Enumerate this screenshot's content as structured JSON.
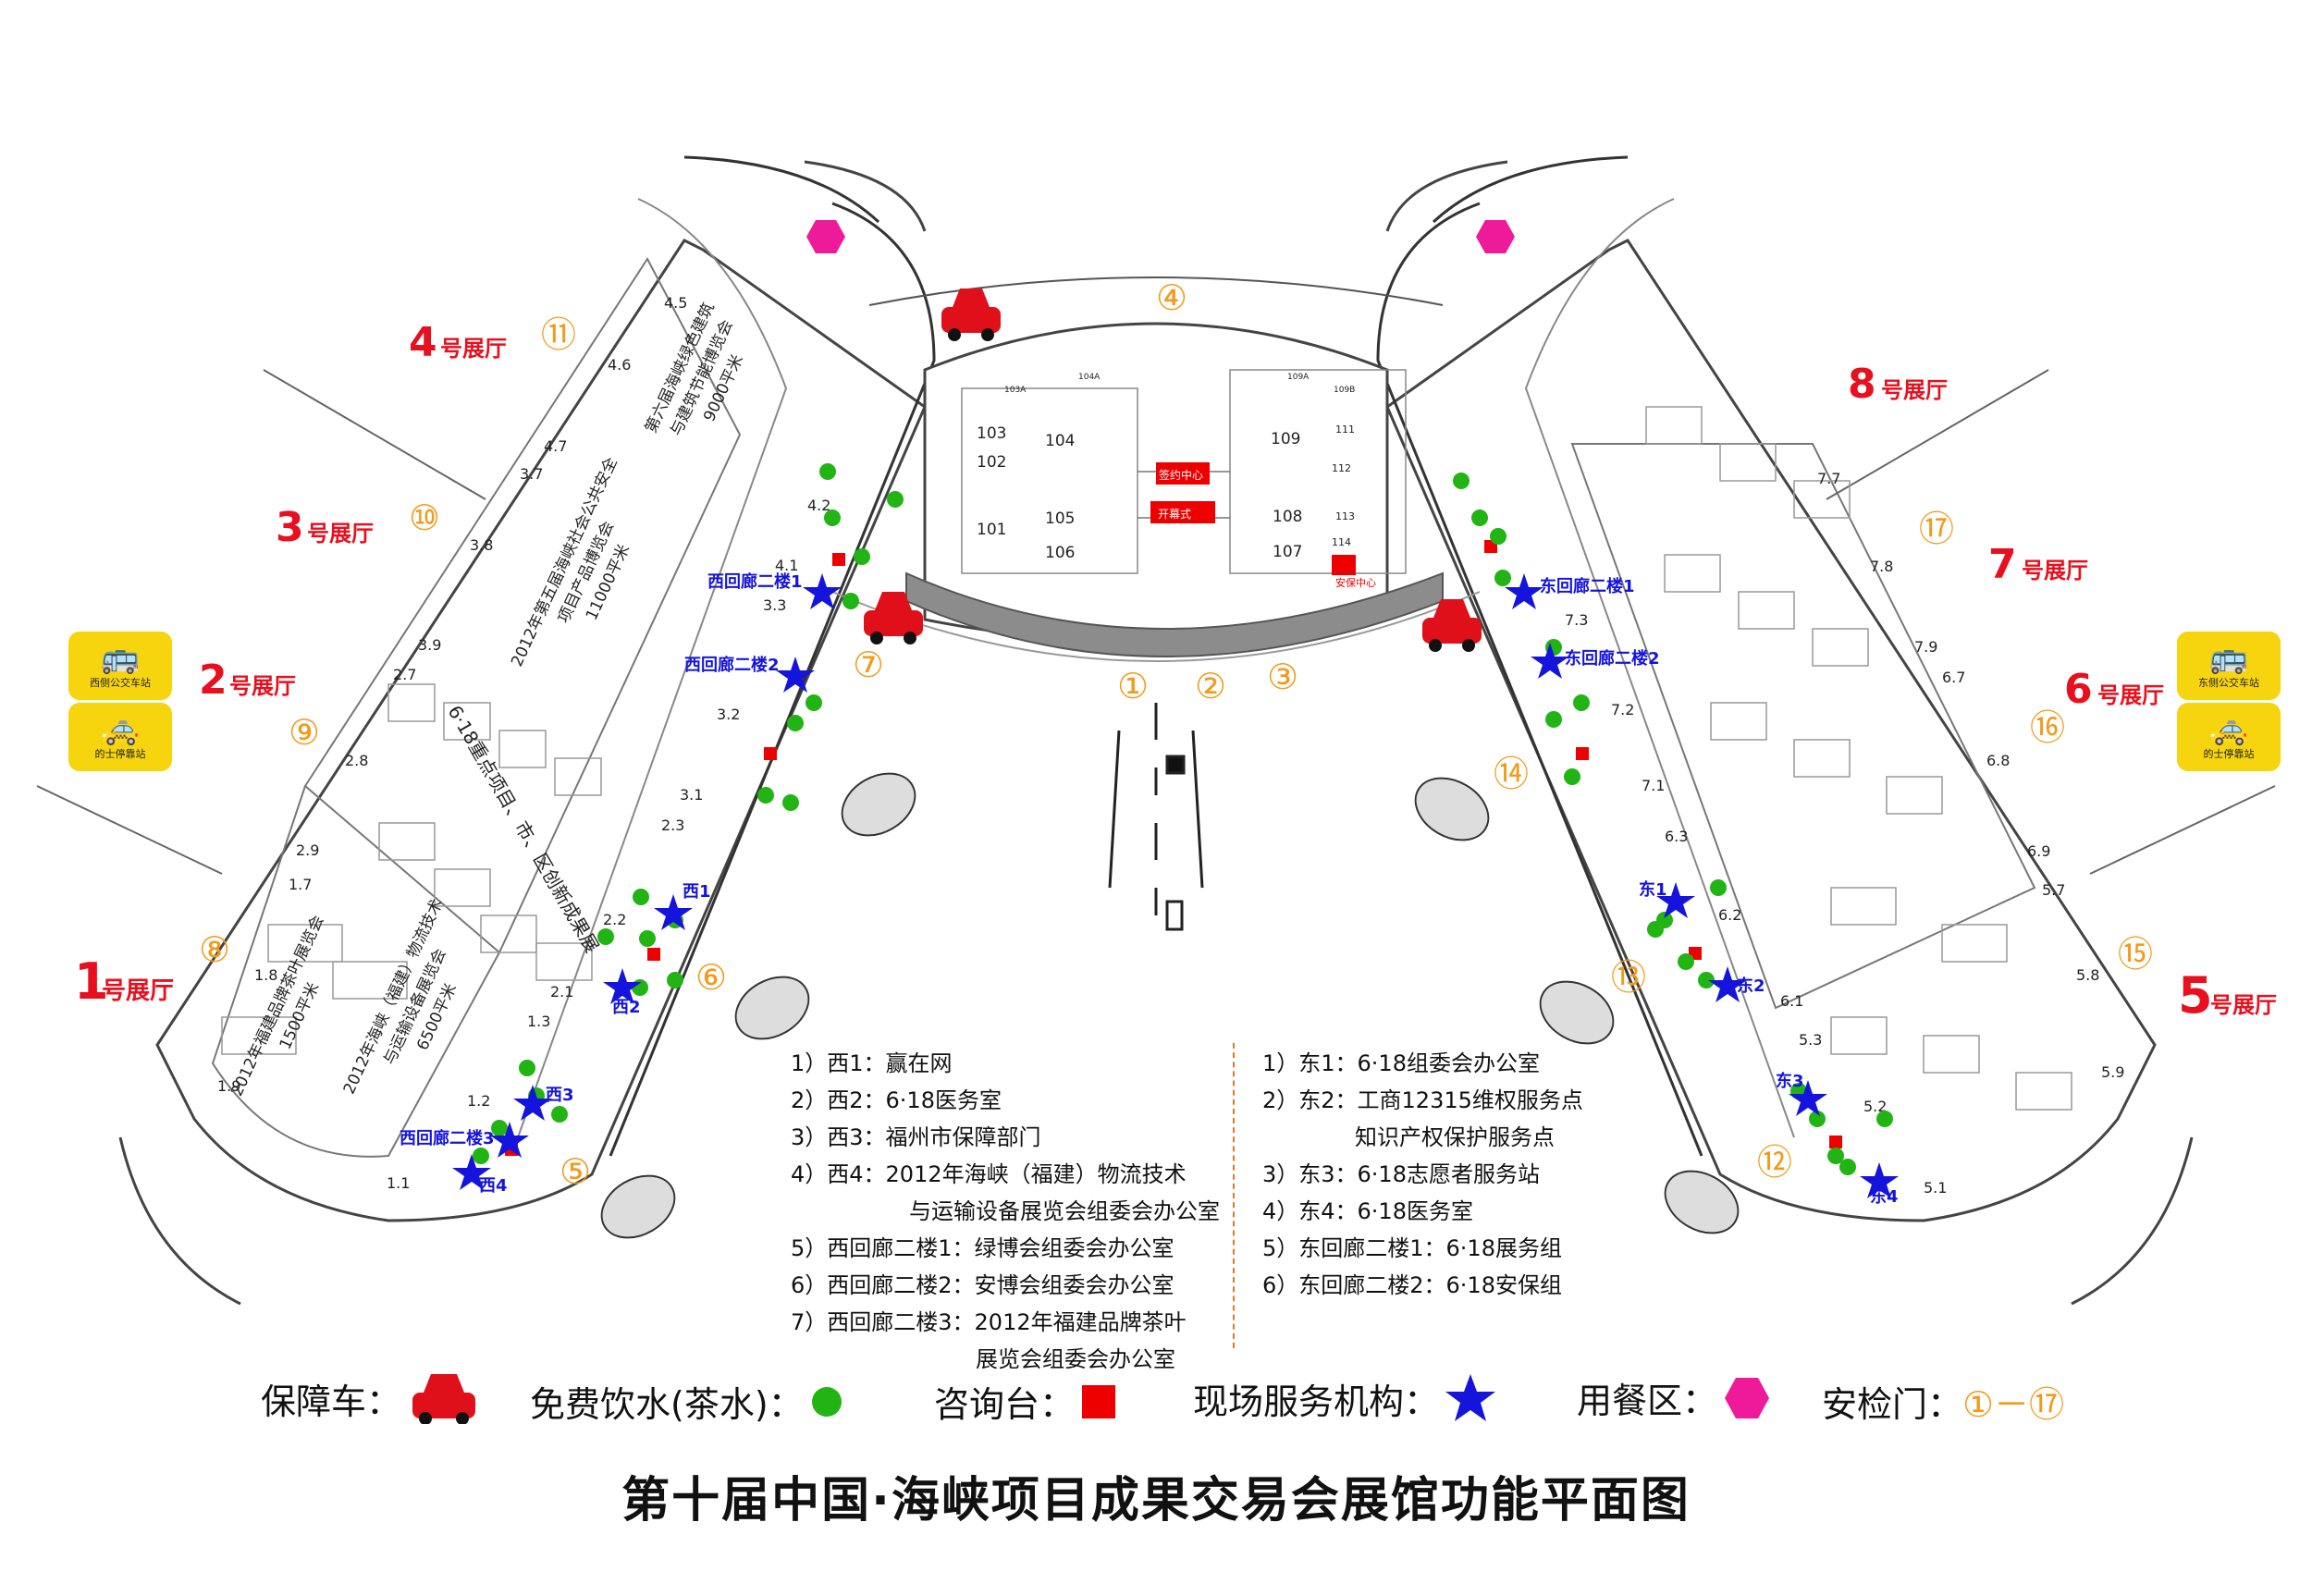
{
  "title": "第十届中国·海峡项目成果交易会展馆功能平面图",
  "halls": [
    {
      "num": "1",
      "label": "号展厅"
    },
    {
      "num": "2",
      "label": "号展厅"
    },
    {
      "num": "3",
      "label": "号展厅"
    },
    {
      "num": "4",
      "label": "号展厅"
    },
    {
      "num": "5",
      "label": "号展厅"
    },
    {
      "num": "6",
      "label": "号展厅"
    },
    {
      "num": "7",
      "label": "号展厅"
    },
    {
      "num": "8",
      "label": "号展厅"
    }
  ],
  "gates": [
    "①",
    "②",
    "③",
    "④",
    "⑤",
    "⑥",
    "⑦",
    "⑧",
    "⑨",
    "⑩",
    "⑪",
    "⑫",
    "⑬",
    "⑭",
    "⑮",
    "⑯",
    "⑰"
  ],
  "exhibitions": {
    "west_upper": [
      "第六届海峡绿色建筑",
      "与建筑节能博览会",
      "9000平米"
    ],
    "west_mid": [
      "2012年第五届海峡社会公共安全",
      "项目产品博览会",
      "11000平米"
    ],
    "west_618": "6·18重点项目、市、区创新成果展",
    "west_lower_a": [
      "2012年海峡（福建）物流技术",
      "与运输设备展览会",
      "6500平米"
    ],
    "west_lower_b": [
      "2012年福建品牌茶叶展览会",
      "1500平米"
    ]
  },
  "center_rooms": [
    "103",
    "104",
    "102",
    "101",
    "105",
    "106",
    "109",
    "111",
    "112",
    "108",
    "107",
    "113",
    "114",
    "103A",
    "104A",
    "109A",
    "109B"
  ],
  "center_labels": {
    "sign": "签约中心",
    "open": "开幕式",
    "security": "安保中心"
  },
  "stations_west": [
    "西1",
    "西2",
    "西3",
    "西4"
  ],
  "stations_east": [
    "东1",
    "东2",
    "东3",
    "东4"
  ],
  "corridors": [
    "西回廊二楼1",
    "西回廊二楼2",
    "西回廊二楼3",
    "东回廊二楼1",
    "东回廊二楼2"
  ],
  "corridor_grid": [
    "1.1",
    "1.2",
    "1.3",
    "1.7",
    "1.8",
    "1.9",
    "2.1",
    "2.2",
    "2.3",
    "2.7",
    "2.8",
    "2.9",
    "3.1",
    "3.2",
    "3.3",
    "3.7",
    "3.8",
    "3.9",
    "4.1",
    "4.2",
    "4.5",
    "4.6",
    "4.7",
    "5.1",
    "5.2",
    "5.3",
    "5.7",
    "5.8",
    "5.9",
    "6.1",
    "6.2",
    "6.3",
    "6.7",
    "6.8",
    "6.9",
    "7.1",
    "7.2",
    "7.3",
    "7.7",
    "7.8",
    "7.9"
  ],
  "signs": {
    "bus_west": "西侧公交车站",
    "taxi_west": "的士停靠站",
    "bus_east": "东侧公交车站",
    "taxi_east": "的士停靠站"
  },
  "notes_west": [
    "1）西1：赢在网",
    "2）西2：6·18医务室",
    "3）西3：福州市保障部门",
    "4）西4：2012年海峡（福建）物流技术",
    "与运输设备展览会组委会办公室",
    "5）西回廊二楼1：绿博会组委会办公室",
    "6）西回廊二楼2：安博会组委会办公室",
    "7）西回廊二楼3：2012年福建品牌茶叶",
    "展览会组委会办公室"
  ],
  "notes_east": [
    "1）东1：6·18组委会办公室",
    "2）东2：工商12315维权服务点",
    "知识产权保护服务点",
    "3）东3：6·18志愿者服务站",
    "4）东4：6·18医务室",
    "5）东回廊二楼1：6·18展务组",
    "6）东回廊二楼2：6·18安保组"
  ],
  "legend": {
    "car": "保障车：",
    "water": "免费饮水(茶水)：",
    "info": "咨询台：",
    "service": "现场服务机构：",
    "dining": "用餐区：",
    "gate": "安检门：",
    "gate_range": "①－⑰"
  },
  "colors": {
    "hall": "#e8101e",
    "gate": "#f29a1b",
    "water": "#22b414",
    "info": "#ee0000",
    "service": "#1414dc",
    "dining": "#ee1a9a",
    "car": "#e0101a",
    "bus": "#f6d40e"
  }
}
